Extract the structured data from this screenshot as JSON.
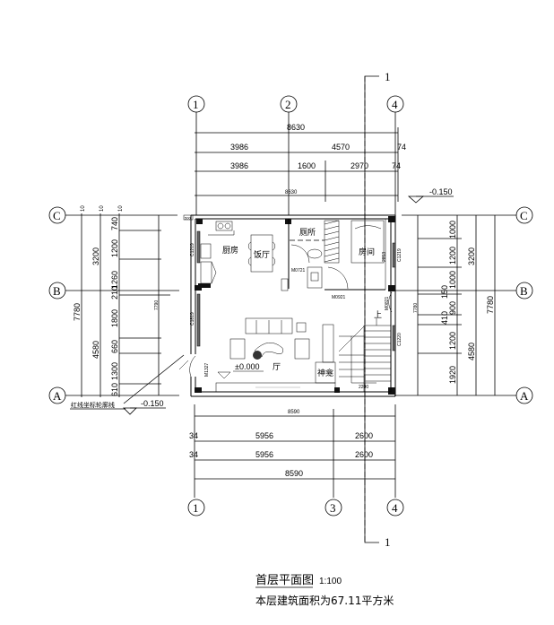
{
  "axes": {
    "top": [
      "1",
      "2",
      "4"
    ],
    "bottom": [
      "1",
      "3",
      "4"
    ],
    "left": [
      "C",
      "B",
      "A"
    ],
    "right": [
      "C",
      "B",
      "A"
    ],
    "section_label": "1"
  },
  "top_dims": {
    "overall": "8630",
    "row1": [
      "3986",
      "4570",
      "74"
    ],
    "row2": [
      "3986",
      "1600",
      "2970",
      "74"
    ],
    "inner": "8630"
  },
  "bottom_dims": {
    "inner": "8590",
    "row1": [
      "34",
      "5956",
      "2600"
    ],
    "row2": [
      "34",
      "5956",
      "2600"
    ],
    "overall": "8590"
  },
  "left_dims": {
    "top_marks": [
      "10",
      "10",
      "10"
    ],
    "overall": "7780",
    "parts": [
      "3200",
      "4580"
    ],
    "segments": [
      "740",
      "1200",
      "1260",
      "210",
      "1800",
      "660",
      "1300",
      "610"
    ],
    "inner": "7790"
  },
  "right_dims": {
    "overall": "7780",
    "parts": [
      "3200",
      "4580"
    ],
    "segments": [
      "1000",
      "1200",
      "1000",
      "150",
      "900",
      "410",
      "1200",
      "1920"
    ],
    "inner": "7780"
  },
  "levels": {
    "outside_top": "-0.150",
    "outside_left": "-0.150",
    "floor": "±0.000"
  },
  "boundary_label": "红线坐标轮廓线",
  "rooms": {
    "kitchen": "厨房",
    "dining": "饭厅",
    "toilet": "厕所",
    "bedroom": "房间",
    "hall": "厅",
    "shrine": "神龛",
    "stair_up": "上"
  },
  "tags": {
    "win_kitchen": "C1219",
    "win_living": "C1819",
    "door_entry": "M1327",
    "door_toilet": "M0721",
    "door_bedroom": "M0921",
    "win_bedroom": "C1219",
    "door_side": "M0821",
    "win_stair": "C1220",
    "bed_dim": "2853",
    "stair_dim": "2200",
    "corner_dim": "500"
  },
  "caption": {
    "title": "首层平面图",
    "scale": "1:100",
    "area_note": "本层建筑面积为67.11平方米"
  }
}
